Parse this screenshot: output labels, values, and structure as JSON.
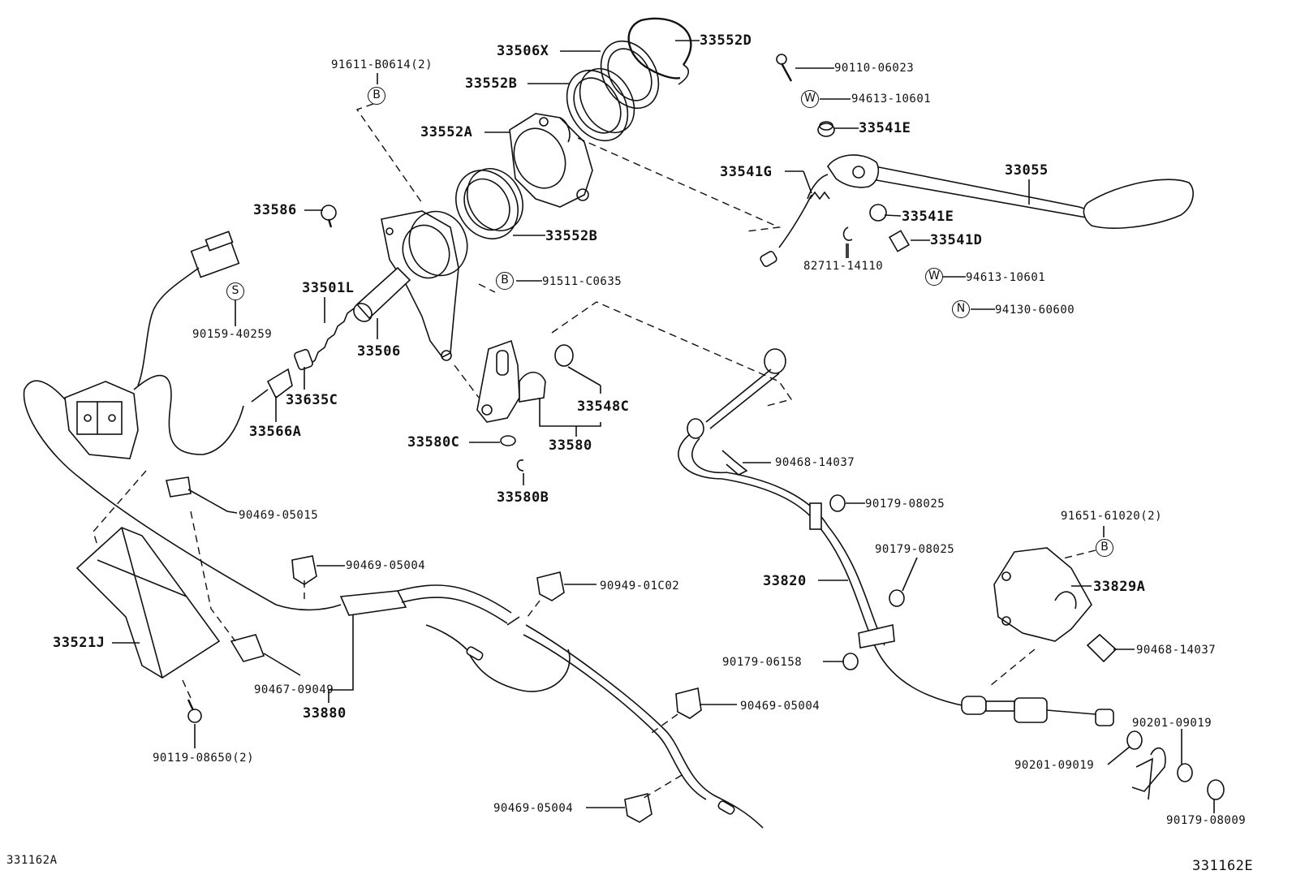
{
  "labels": {
    "p33506x": "33506X",
    "p33552d": "33552D",
    "p91611b0614": "91611-B0614(2)",
    "p90110_06023": "90110-06023",
    "p33552b_top": "33552B",
    "p94613_10601_a": "94613-10601",
    "p33552a": "33552A",
    "p33541e_a": "33541E",
    "p33541g": "33541G",
    "p33055": "33055",
    "p33586": "33586",
    "p33541e_b": "33541E",
    "p33552b_bot": "33552B",
    "p33541d": "33541D",
    "p82711_14110": "82711-14110",
    "p91511_c0635": "91511-C0635",
    "p94613_10601_b": "94613-10601",
    "p33501l": "33501L",
    "p90159_40259": "90159-40259",
    "p94130_60600": "94130-60600",
    "p33506": "33506",
    "p33635c": "33635C",
    "p33548c": "33548C",
    "p33566a": "33566A",
    "p33580c": "33580C",
    "p33580": "33580",
    "p90468_14037_a": "90468-14037",
    "p33580b": "33580B",
    "p90179_08025_a": "90179-08025",
    "p90469_05015": "90469-05015",
    "p91651_61020": "91651-61020(2)",
    "p90179_08025_b": "90179-08025",
    "p90469_05004_a": "90469-05004",
    "p90949_01c02": "90949-01C02",
    "p33820": "33820",
    "p33829a": "33829A",
    "p33521j": "33521J",
    "p90468_14037_b": "90468-14037",
    "p90179_06158": "90179-06158",
    "p90467_09049": "90467-09049",
    "p33880": "33880",
    "p90469_05004_b": "90469-05004",
    "p90201_09019_a": "90201-09019",
    "p90201_09019_b": "90201-09019",
    "p90119_08650": "90119-08650(2)",
    "p90469_05004_c": "90469-05004",
    "p90179_08009": "90179-08009",
    "code_left": "331162A",
    "code_right": "331162E"
  },
  "symbols": {
    "b": "B",
    "w": "W",
    "s": "S",
    "n": "N"
  }
}
